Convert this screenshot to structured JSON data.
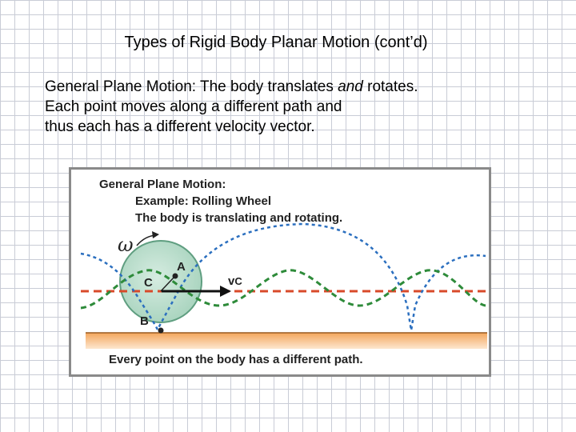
{
  "slide": {
    "title": "Types of Rigid Body Planar Motion (cont’d)",
    "body_prefix": "General Plane Motion: The body translates ",
    "body_emphasis": "and",
    "body_suffix": " rotates.",
    "body_line2": "Each point moves along a different path and",
    "body_line3": "thus each has a different velocity vector."
  },
  "figure": {
    "heading": "General Plane Motion:",
    "example": "Example: Rolling Wheel",
    "description": "The body is translating and rotating.",
    "caption": "Every point on the body has a different path.",
    "labels": {
      "omega": "ω",
      "point_a": "A",
      "point_c": "C",
      "point_b": "B",
      "velocity_v": "v",
      "velocity_sub": "C"
    },
    "colors": {
      "wheel_fill": "#b9dccb",
      "wheel_stroke": "#2e8b57",
      "path_green": "#2e8b3a",
      "path_red": "#d84a2a",
      "path_blue": "#2b6fbf",
      "ground": "#f0a45c"
    }
  }
}
